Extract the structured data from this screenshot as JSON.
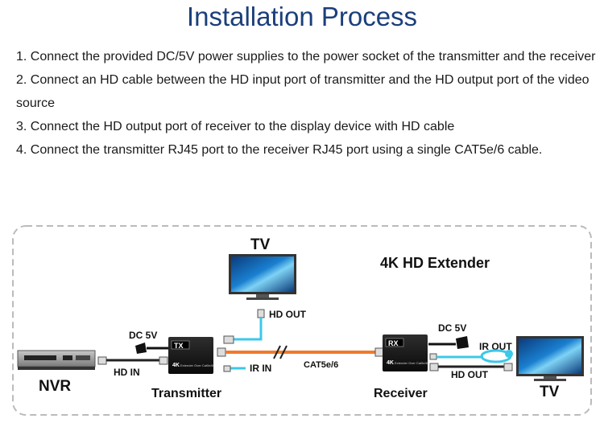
{
  "title": "Installation Process",
  "steps": [
    "1. Connect the provided DC/5V power supplies to the power socket of the transmitter and the receiver",
    "2. Connect an HD cable between the HD input port of transmitter and the HD output port of the video source",
    "3. Connect the HD output port of receiver to the display device with HD cable",
    "4. Connect the transmitter RJ45 port to the receiver RJ45 port using a single CAT5e/6 cable."
  ],
  "diagram": {
    "heading": "4K HD Extender",
    "tv_top_label": "TV",
    "tv_right_label": "TV",
    "nvr_label": "NVR",
    "transmitter_label": "Transmitter",
    "receiver_label": "Receiver",
    "hd_out_top": "HD OUT",
    "hd_out_right": "HD OUT",
    "hd_in": "HD IN",
    "ir_in": "IR IN",
    "ir_out": "IR OUT",
    "dc_tx": "DC  5V",
    "dc_rx": "DC  5V",
    "cable_label": "CAT5e/6",
    "tx_badge": "TX",
    "rx_badge": "RX",
    "device_model": "4K",
    "device_sub": "Extender Over Cat5e/6",
    "colors": {
      "cat_cable": "#f07a2c",
      "hd_cable": "#3cc8e8",
      "frame": "#bbbbbb"
    }
  }
}
